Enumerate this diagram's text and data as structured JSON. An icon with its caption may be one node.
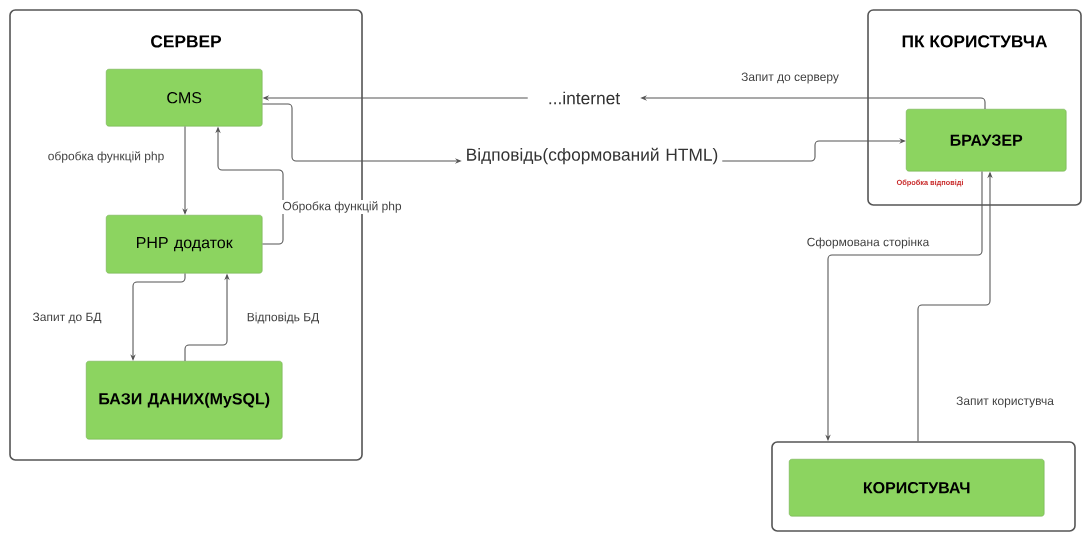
{
  "diagram": {
    "nodes": [
      {
        "text": [
          "СЕРВЕР"
        ]
      },
      {
        "text": [
          "CMS"
        ],
        "in": 0
      },
      {
        "text": [
          "PHP додаток"
        ],
        "in": 0
      },
      {
        "text": [
          "БАЗИ ДАНИХ(MySQL)"
        ],
        "in": 0
      },
      {
        "text": [
          "...internet"
        ]
      },
      {
        "text": [
          "Відповідь(сформований HTML)"
        ]
      },
      {
        "text": [
          "ПК КОРИСТУВЧА"
        ]
      },
      {
        "text": [
          "БРАУЗЕР"
        ],
        "in": 6
      },
      {
        "text": [],
        "shape": "box"
      },
      {
        "text": [
          "КОРИСТУВАЧ"
        ],
        "in": 8
      }
    ],
    "edges": [
      {
        "from": 1,
        "to": 2,
        "arrow": "to",
        "label": "обробка функцій php"
      },
      {
        "from": 2,
        "to": 1,
        "arrow": "to",
        "label": "Обробка функцій php"
      },
      {
        "from": 2,
        "to": 3,
        "arrow": "to",
        "label": "Запит до БД"
      },
      {
        "from": 3,
        "to": 2,
        "arrow": "to",
        "label": "Відповідь БД"
      },
      {
        "from": 7,
        "to": 4,
        "arrow": "to",
        "label": "Запит до серверу"
      },
      {
        "from": 4,
        "to": 1,
        "arrow": "to"
      },
      {
        "from": 1,
        "to": 5,
        "arrow": "to"
      },
      {
        "from": 5,
        "to": 7,
        "arrow": "to"
      },
      {
        "from": 7,
        "to": 8,
        "arrow": "to",
        "label": "Сформована сторінка"
      },
      {
        "from": 8,
        "to": 7,
        "arrow": "to",
        "label": "Запит користувча"
      }
    ],
    "labels": [
      "Обробка відповіді"
    ]
  }
}
